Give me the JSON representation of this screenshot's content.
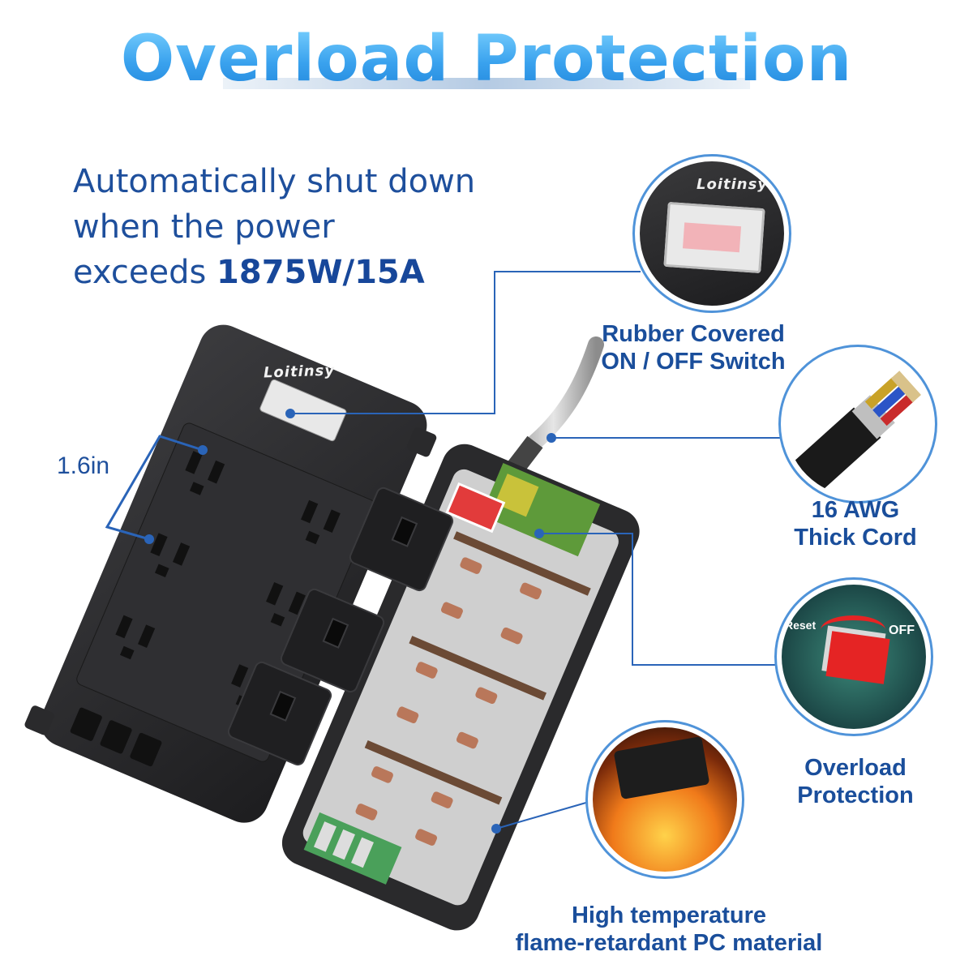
{
  "title": "Overload Protection",
  "intro": {
    "line1": "Automatically shut down",
    "line2": "when the power",
    "line3_prefix": "exceeds ",
    "line3_bold": "1875W/15A"
  },
  "dimension_label": "1.6in",
  "brand": "Loitinsy",
  "callouts": {
    "switch": {
      "line1": "Rubber Covered",
      "line2": "ON / OFF Switch"
    },
    "cord": {
      "line1": "16 AWG",
      "line2": "Thick Cord"
    },
    "overload": {
      "line1": "Overload",
      "line2": "Protection",
      "reset_label": "Reset",
      "off_label": "OFF"
    },
    "material": {
      "line1": "High temperature",
      "line2": "flame-retardant PC material"
    }
  },
  "colors": {
    "title_blue": "#3aa8ef",
    "text_blue": "#1e4f9c",
    "line_blue": "#2a64b8",
    "device_black": "#2a2a2c",
    "switch_red": "#e23b3b"
  }
}
